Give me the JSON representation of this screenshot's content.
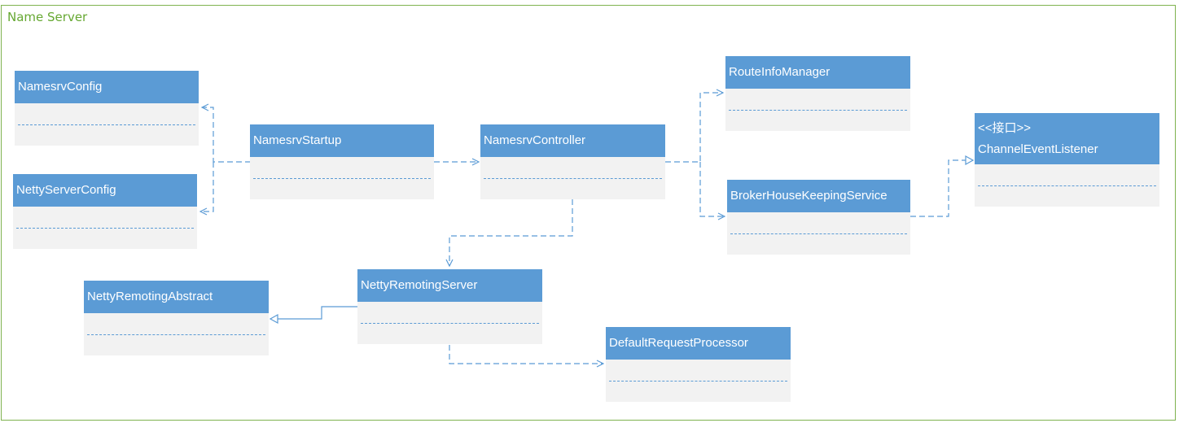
{
  "frame": {
    "title": "Name Server"
  },
  "classes": [
    {
      "id": "namesrv-config",
      "name": "NamesrvConfig"
    },
    {
      "id": "netty-server-config",
      "name": "NettyServerConfig"
    },
    {
      "id": "namesrv-startup",
      "name": "NamesrvStartup"
    },
    {
      "id": "namesrv-controller",
      "name": "NamesrvController"
    },
    {
      "id": "route-info-manager",
      "name": "RouteInfoManager"
    },
    {
      "id": "broker-house-keeping-service",
      "name": "BrokerHouseKeepingService"
    },
    {
      "id": "channel-event-listener",
      "stereotype": "<<接口>>",
      "name": "ChannelEventListener"
    },
    {
      "id": "netty-remoting-server",
      "name": "NettyRemotingServer"
    },
    {
      "id": "netty-remoting-abstract",
      "name": "NettyRemotingAbstract"
    },
    {
      "id": "default-request-processor",
      "name": "DefaultRequestProcessor"
    }
  ],
  "colors": {
    "header": "#5b9bd5",
    "body": "#f2f2f2",
    "frame": "#7fb24f",
    "line": "#5b9bd5"
  }
}
